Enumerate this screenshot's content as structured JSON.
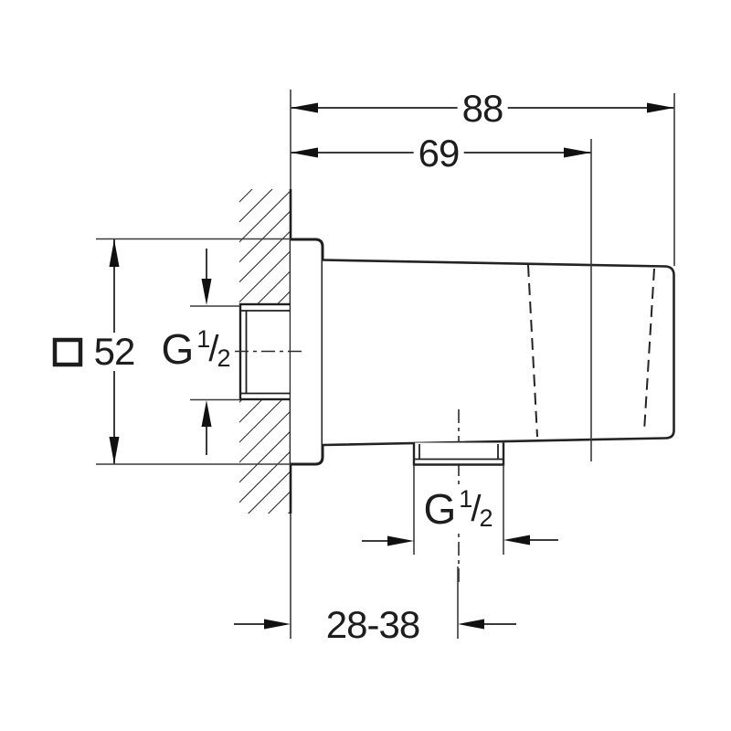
{
  "labels": {
    "dim_total_depth": "88",
    "dim_holder_depth": "69",
    "dim_height": "52",
    "dim_outlet_offset": "28-38"
  },
  "thread_wall": {
    "g": "G",
    "num": "1",
    "slash": "/",
    "den": "2"
  },
  "thread_outlet": {
    "g": "G",
    "num": "1",
    "slash": "/",
    "den": "2"
  },
  "symbols": {
    "square_profile": "square-outline-icon"
  },
  "colors": {
    "ink": "#1f1f1f",
    "dim": "#3a3a3a",
    "background": "#ffffff"
  }
}
